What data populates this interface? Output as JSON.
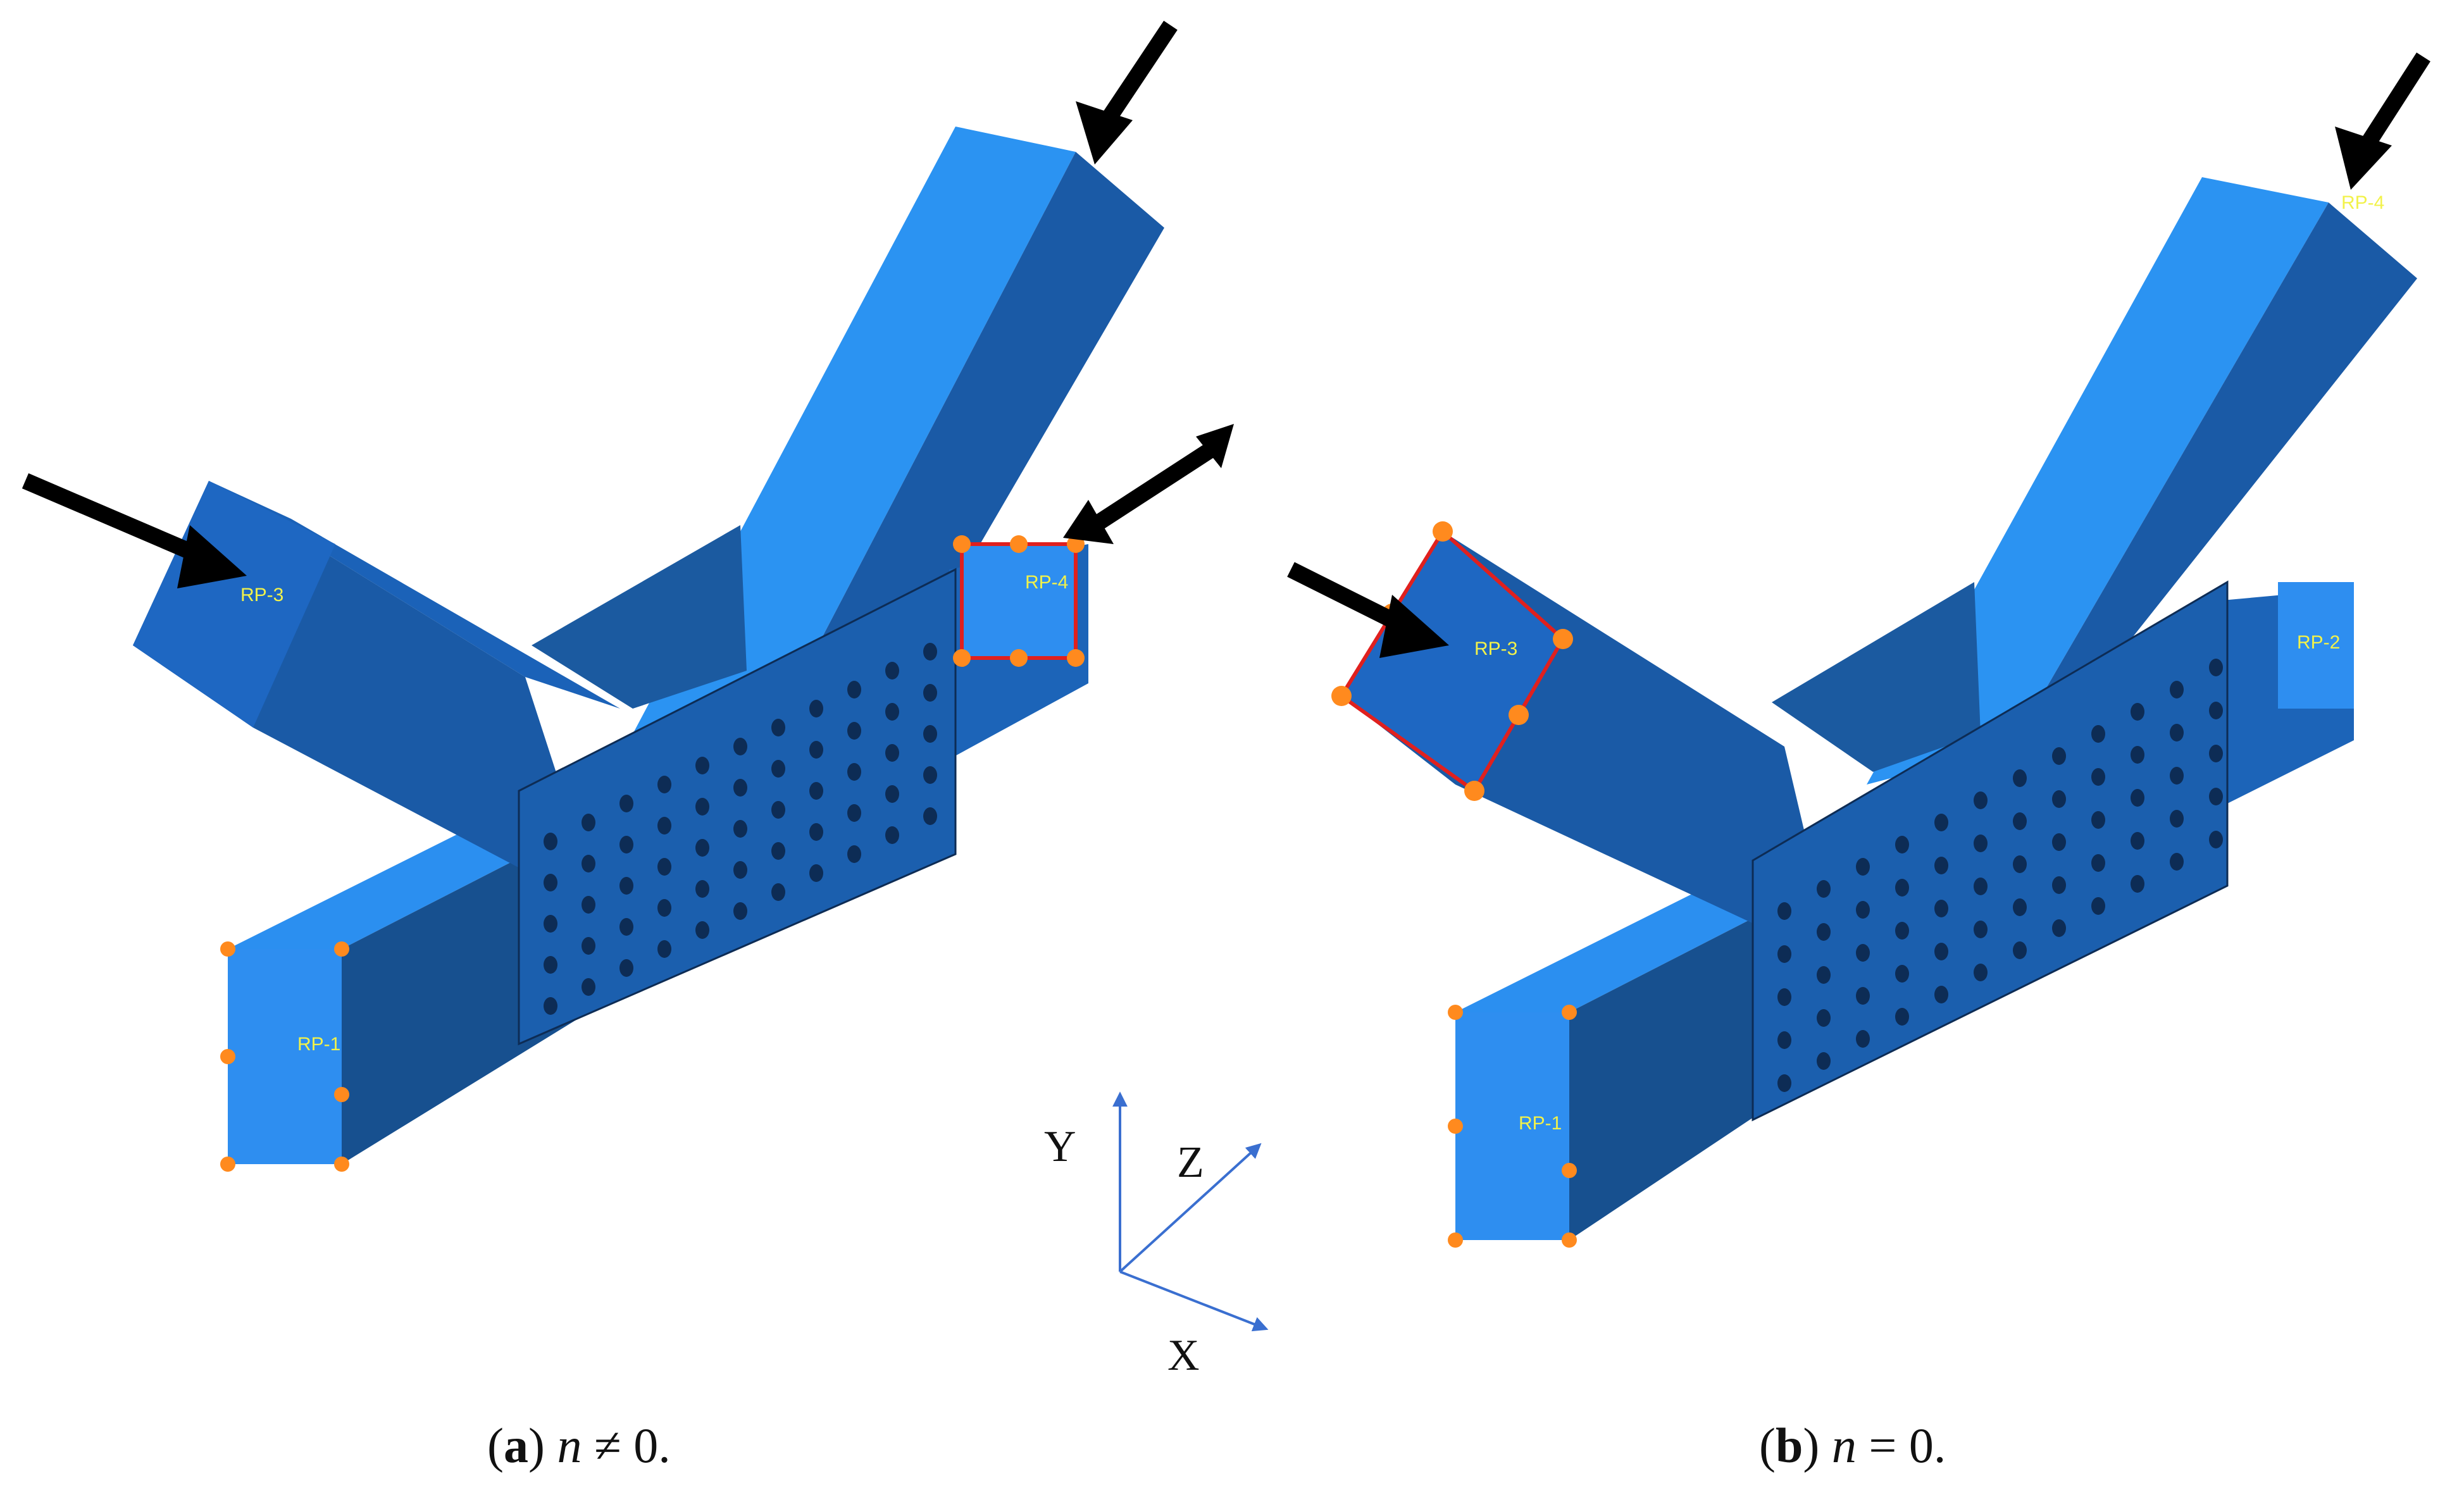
{
  "figure": {
    "panels": [
      {
        "id": "a",
        "label": "a",
        "condition_var": "n",
        "condition_rest": " ≠ 0.",
        "ref_points": [
          "RP-1",
          "RP-3",
          "RP-4"
        ]
      },
      {
        "id": "b",
        "label": "b",
        "condition_var": "n",
        "condition_rest": " = 0.",
        "ref_points": [
          "RP-1",
          "RP-2",
          "RP-3",
          "RP-4"
        ]
      }
    ],
    "axes": {
      "x": "X",
      "y": "Y",
      "z": "Z"
    },
    "colors": {
      "steel_light": "#2b93f2",
      "steel_mid": "#1f6fd0",
      "steel_dark": "#17508f",
      "plate": "#1b5fae",
      "hole": "#0d2c55",
      "boundary": "#ff8a1e",
      "boundary_edge": "#e0201e",
      "rp_label": "#f2f24a",
      "arrow": "#000000",
      "axis": "#3a6fd0"
    }
  }
}
